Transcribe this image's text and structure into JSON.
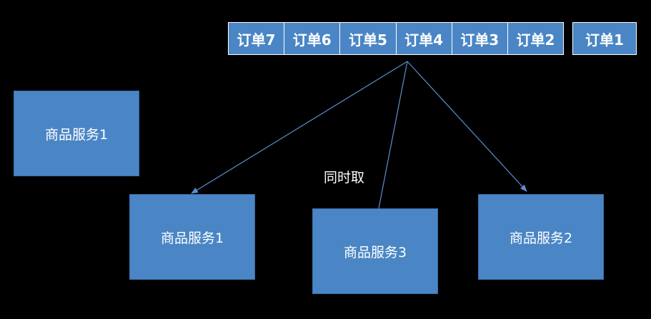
{
  "queue": {
    "orders": [
      "订单7",
      "订单6",
      "订单5",
      "订单4",
      "订单3",
      "订单2"
    ]
  },
  "single_order": "订单1",
  "services": {
    "top_left": "商品服务1",
    "left": "商品服务1",
    "middle": "商品服务3",
    "right": "商品服务2"
  },
  "caption": "同时取",
  "colors": {
    "box_fill": "#4a86c5",
    "line": "#5b8fd0",
    "background": "#000000",
    "text": "#ffffff"
  }
}
